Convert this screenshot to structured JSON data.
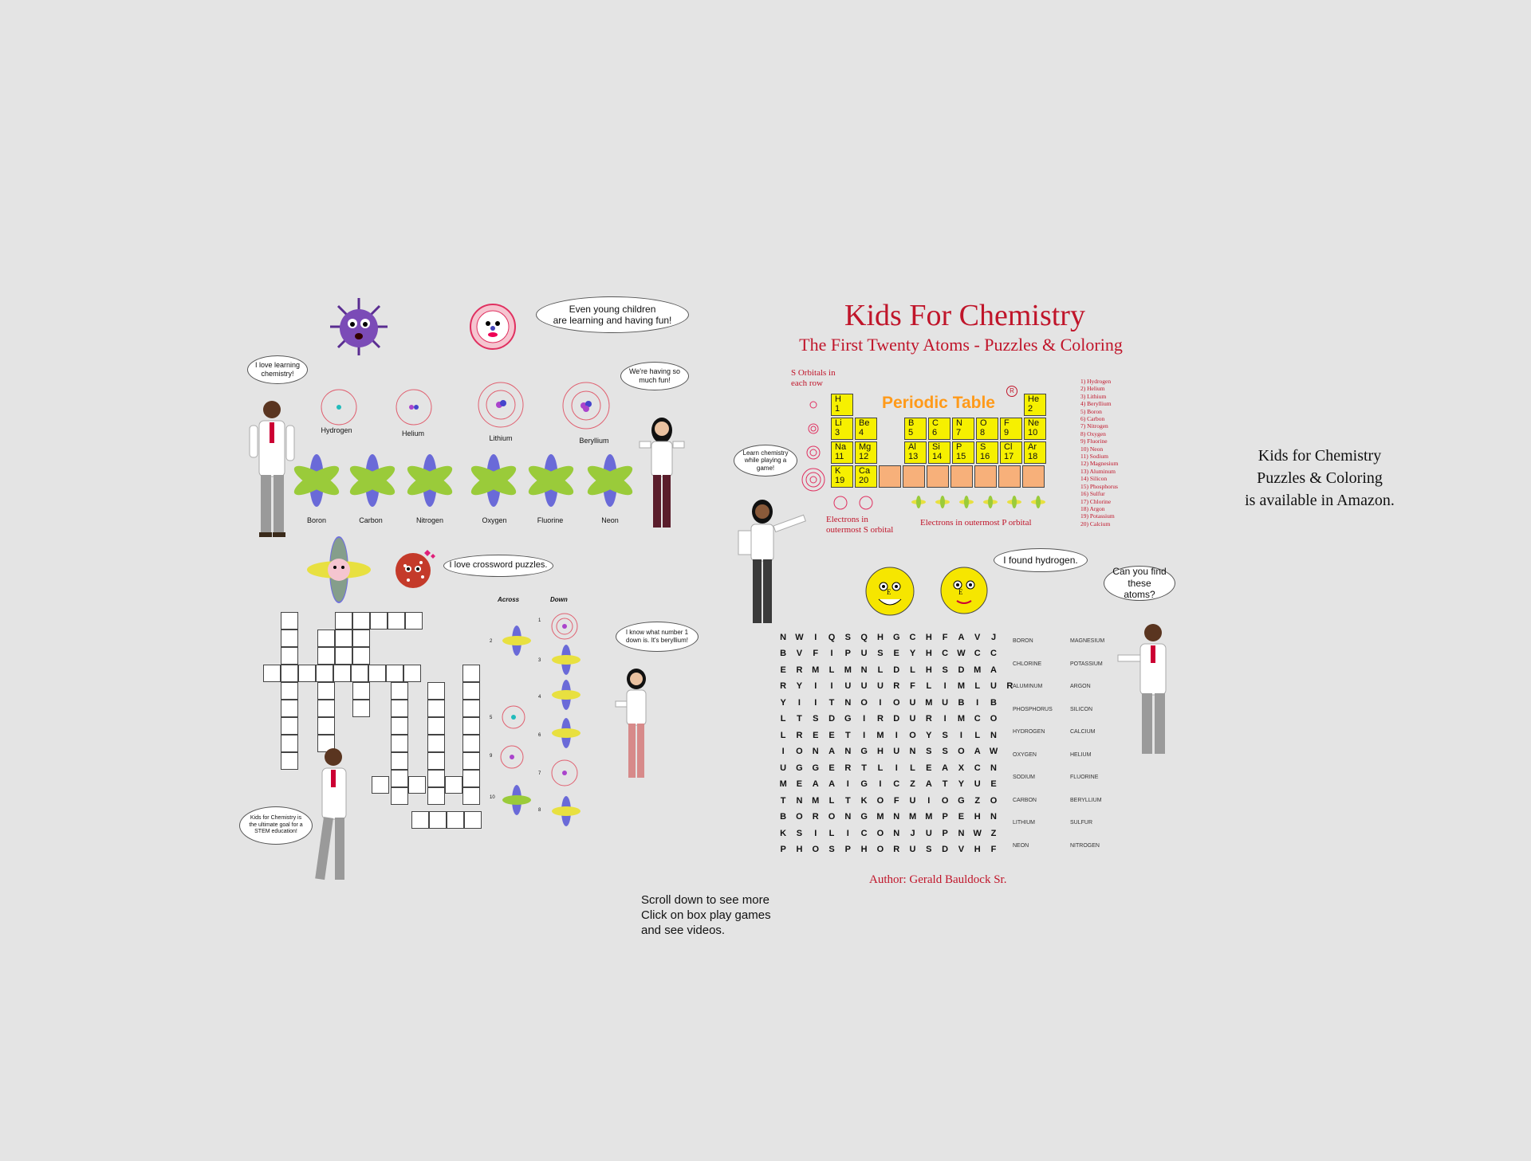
{
  "header": {
    "title": "Kids For Chemistry",
    "subtitle": "The First Twenty Atoms - Puzzles & Coloring",
    "author": "Author: Gerald Bauldock Sr."
  },
  "promo": {
    "line1": "Kids for Chemistry",
    "line2": "Puzzles & Coloring",
    "line3": "is available in Amazon."
  },
  "scroll_hint": {
    "line1": "Scroll down to see more",
    "line2": "Click on box play games",
    "line3": "and see videos."
  },
  "bubbles": {
    "young_children_1": "Even young children",
    "young_children_2": "are learning and having fun!",
    "love_learning": "I love learning chemistry!",
    "having_fun": "We're having so much fun!",
    "crossword": "I love crossword puzzles.",
    "number_one": "I know what number 1 down is. It's beryllium!",
    "stem": "Kids for Chemistry is the ultimate goal for a STEM education!",
    "learn_game": "Learn chemistry while playing a game!",
    "found_hydrogen": "I found hydrogen.",
    "find_atoms": "Can you find these atoms?"
  },
  "atoms_row1": [
    "Hydrogen",
    "Helium",
    "Lithium",
    "Beryllium"
  ],
  "atoms_row2": [
    "Boron",
    "Carbon",
    "Nitrogen",
    "Oxygen",
    "Fluorine",
    "Neon"
  ],
  "crossword": {
    "across_label": "Across",
    "down_label": "Down",
    "clue_numbers_across": [
      "2",
      "3",
      "4",
      "5",
      "6",
      "9",
      "7",
      "10",
      "8"
    ],
    "clue_number_top": "1"
  },
  "periodic": {
    "logo": "Periodic Table",
    "s_orbitals": "S Orbitals in each row",
    "electrons_s": "Electrons in outermost S orbital",
    "electrons_p": "Electrons in outermost P orbital",
    "cells": [
      {
        "sym": "H",
        "num": "1"
      },
      {
        "sym": "He",
        "num": "2"
      },
      {
        "sym": "Li",
        "num": "3"
      },
      {
        "sym": "Be",
        "num": "4"
      },
      {
        "sym": "B",
        "num": "5"
      },
      {
        "sym": "C",
        "num": "6"
      },
      {
        "sym": "N",
        "num": "7"
      },
      {
        "sym": "O",
        "num": "8"
      },
      {
        "sym": "F",
        "num": "9"
      },
      {
        "sym": "Ne",
        "num": "10"
      },
      {
        "sym": "Na",
        "num": "11"
      },
      {
        "sym": "Mg",
        "num": "12"
      },
      {
        "sym": "Al",
        "num": "13"
      },
      {
        "sym": "Si",
        "num": "14"
      },
      {
        "sym": "P",
        "num": "15"
      },
      {
        "sym": "S",
        "num": "16"
      },
      {
        "sym": "Cl",
        "num": "17"
      },
      {
        "sym": "Ar",
        "num": "18"
      },
      {
        "sym": "K",
        "num": "19"
      },
      {
        "sym": "Ca",
        "num": "20"
      }
    ],
    "element_list": [
      "1) Hydrogen",
      "2) Helium",
      "3) Lithium",
      "4) Beryllium",
      "5) Boron",
      "6) Carbon",
      "7) Nitrogen",
      "8) Oxygen",
      "9) Fluorine",
      "10) Neon",
      "11) Sodium",
      "12) Magnesium",
      "13) Aluminum",
      "14) Silicon",
      "15) Phosphorus",
      "16) Sulfur",
      "17) Chlorine",
      "18) Argon",
      "19) Potassium",
      "20) Calcium"
    ]
  },
  "wordsearch": {
    "rows": [
      "NWIQSQHGCHFAVJ",
      "BVFIPUSEYHCWCC",
      "ERMLMNLDLHSDMA",
      "RYIIUUURFLIMLUR",
      "YIITNOIOUMUBIB",
      "LTSDGIRDURIMCO",
      "LREETIMIOYSILN",
      "IONANGHUNSSOAW",
      "UGGERTLILEAXCN",
      "MEAAIGICZATYUE",
      "TNMLTKOFUIOGZO",
      "BORONGMNMMPEHN",
      "KSILICONJUPNWZ",
      "PHOSPHORUSDVHF"
    ],
    "words_left": [
      "BORON",
      "CHLORINE",
      "ALUMINUM",
      "PHOSPHORUS",
      "HYDROGEN",
      "OXYGEN",
      "SODIUM",
      "CARBON",
      "LITHIUM",
      "NEON"
    ],
    "words_right": [
      "MAGNESIUM",
      "POTASSIUM",
      "ARGON",
      "SILICON",
      "CALCIUM",
      "HELIUM",
      "FLUORINE",
      "BERYLLIUM",
      "SULFUR",
      "NITROGEN"
    ]
  },
  "smiley_letter": "E",
  "colors": {
    "title": "#c0152a",
    "bg": "#e4e4e4",
    "cell_yellow": "#f6f000",
    "cell_orange": "#f7b07a"
  }
}
